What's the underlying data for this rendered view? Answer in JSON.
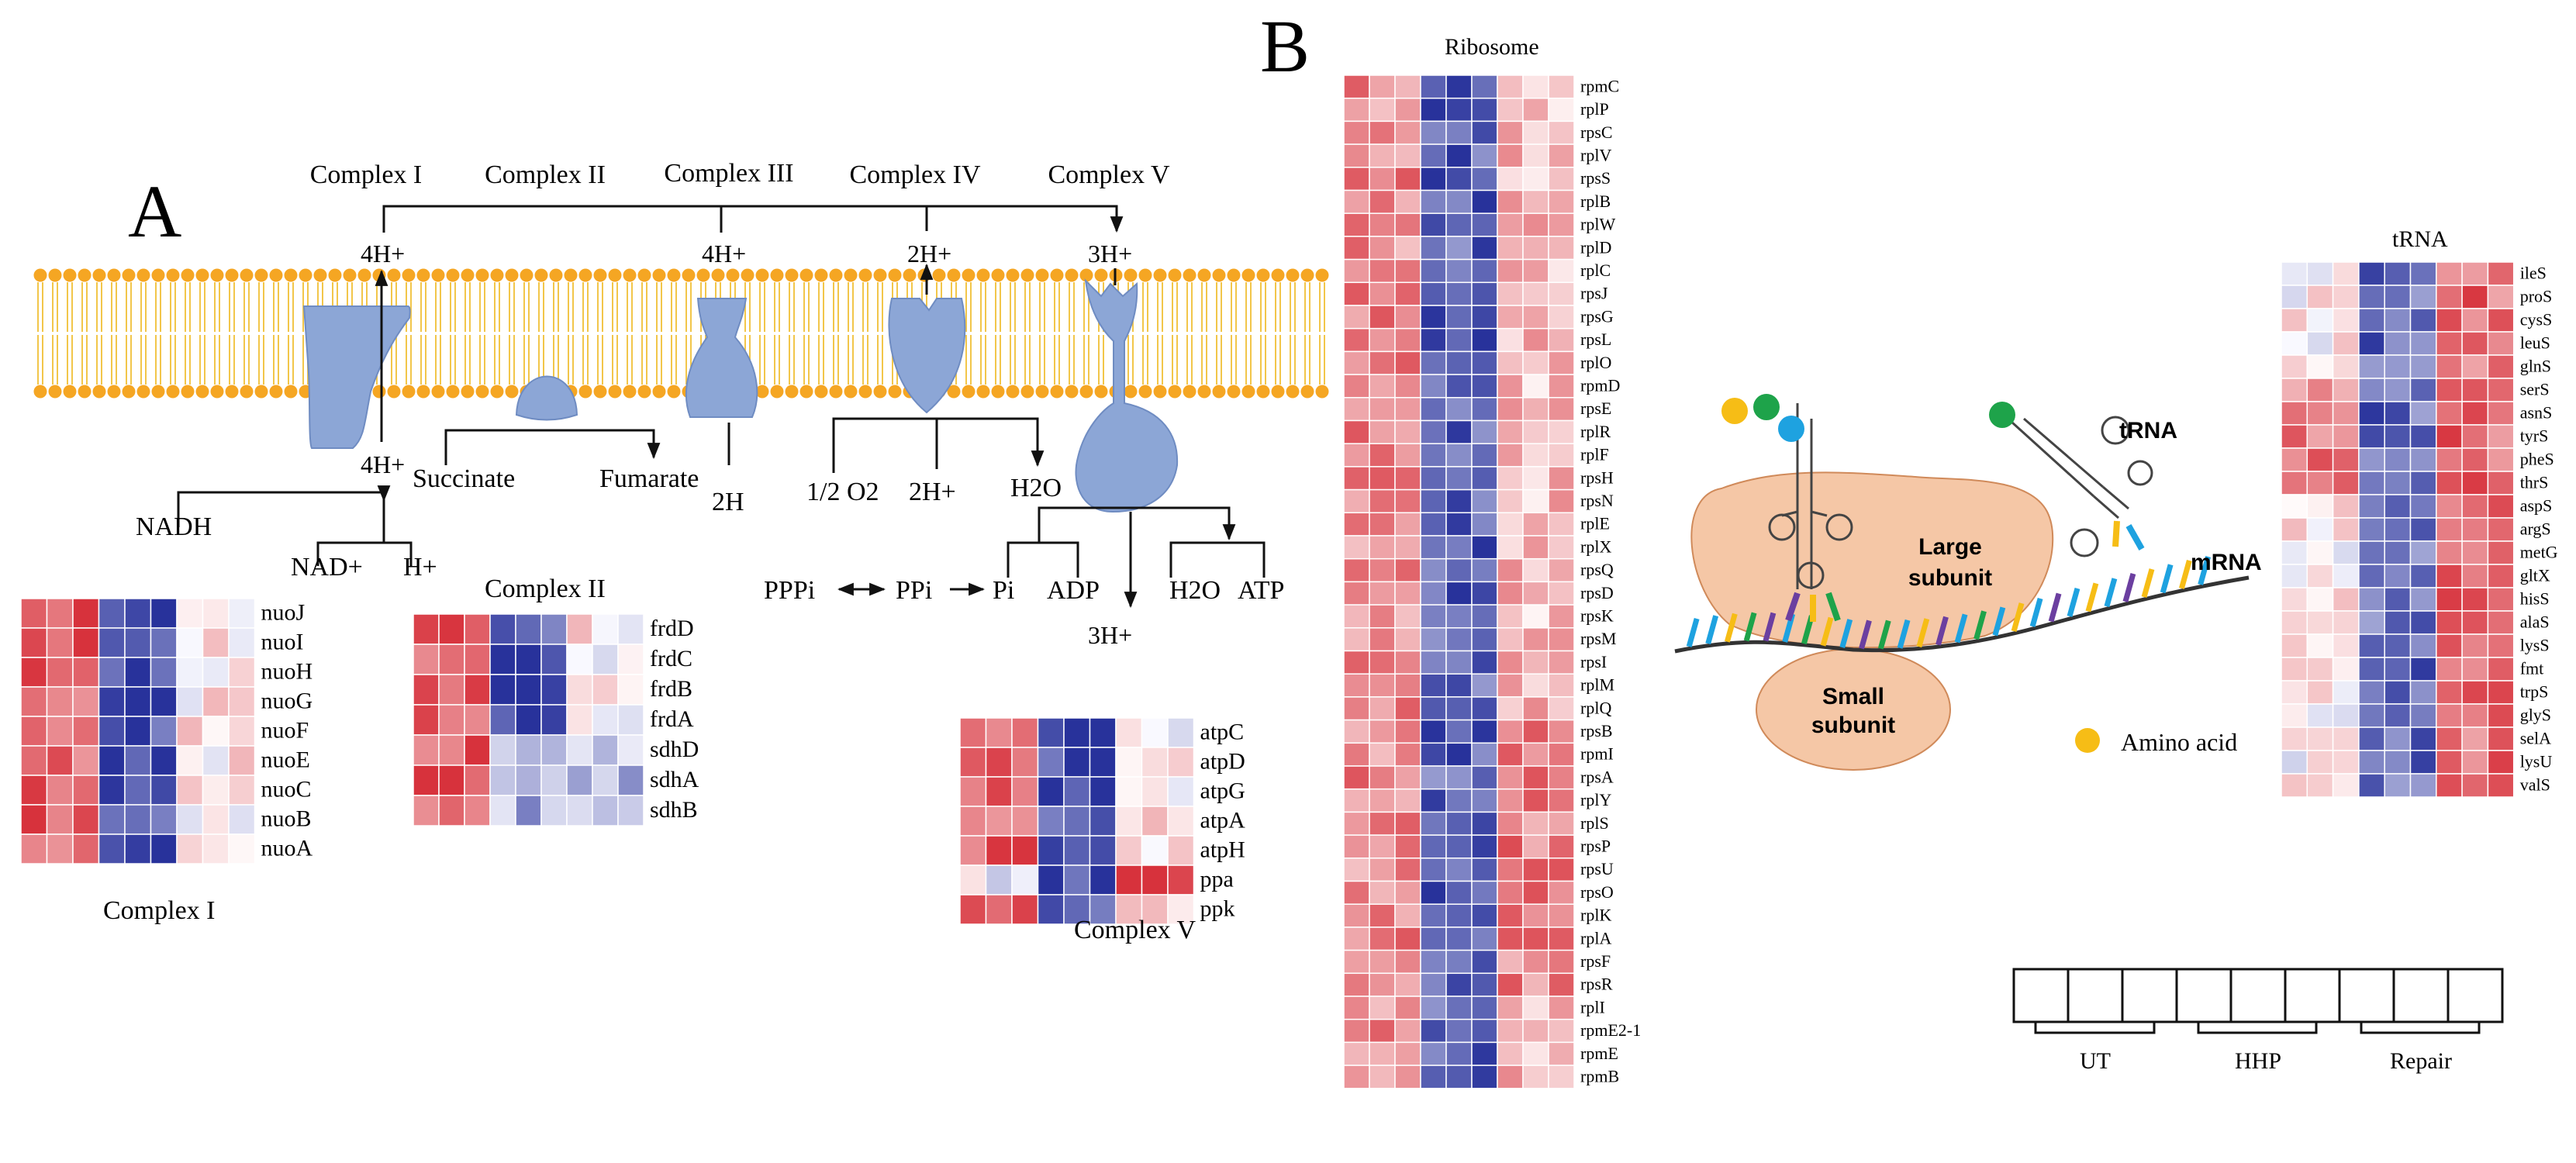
{
  "panel_a": {
    "letter": "A",
    "complexes": [
      "Complex I",
      "Complex II",
      "Complex III",
      "Complex IV",
      "Complex V"
    ],
    "protons": {
      "c1_top": "4H+",
      "c1_bottom": "4H+",
      "c3_top": "4H+",
      "c4_top": "2H+",
      "c5_top": "3H+",
      "c5_bottom": "3H+"
    },
    "metabolites": {
      "nadh": "NADH",
      "nad": "NAD+",
      "h": "H+",
      "succinate": "Succinate",
      "fumarate": "Fumarate",
      "two_h": "2H",
      "half_o2": "1/2 O2",
      "two_h_plus": "2H+",
      "h2o": "H2O",
      "pppi": "PPPi",
      "ppi": "PPi",
      "pi": "Pi",
      "adp": "ADP",
      "h2o_2": "H2O",
      "atp": "ATP"
    },
    "heatmap_titles": {
      "complex1": "Complex I",
      "complex2": "Complex II",
      "complex5": "Complex V"
    },
    "complex1_genes": [
      "nuoJ",
      "nuoI",
      "nuoH",
      "nuoG",
      "nuoF",
      "nuoE",
      "nuoC",
      "nuoB",
      "nuoA"
    ],
    "complex2_genes": [
      "frdD",
      "frdC",
      "frdB",
      "frdA",
      "sdhD",
      "sdhA",
      "sdhB"
    ],
    "complex5_genes": [
      "atpC",
      "atpD",
      "atpG",
      "atpA",
      "atpH",
      "ppa",
      "ppk"
    ]
  },
  "panel_b": {
    "letter": "B",
    "ribosome_title": "Ribosome",
    "ribosome_genes": [
      "rpmC",
      "rplP",
      "rpsC",
      "rplV",
      "rpsS",
      "rplB",
      "rplW",
      "rplD",
      "rplC",
      "rpsJ",
      "rpsG",
      "rpsL",
      "rplO",
      "rpmD",
      "rpsE",
      "rplR",
      "rplF",
      "rpsH",
      "rpsN",
      "rplE",
      "rplX",
      "rpsQ",
      "rpsD",
      "rpsK",
      "rpsM",
      "rpsI",
      "rplM",
      "rplQ",
      "rpsB",
      "rpmI",
      "rpsA",
      "rplY",
      "rplS",
      "rpsP",
      "rpsU",
      "rpsO",
      "rplK",
      "rplA",
      "rpsF",
      "rpsR",
      "rplI",
      "rpmE2-1",
      "rpmE",
      "rpmB"
    ],
    "trna_title": "tRNA",
    "trna_genes": [
      "ileS",
      "proS",
      "cysS",
      "leuS",
      "glnS",
      "serS",
      "asnS",
      "tyrS",
      "pheS",
      "thrS",
      "aspS",
      "argS",
      "metG",
      "gltX",
      "hisS",
      "alaS",
      "lysS",
      "fmt",
      "trpS",
      "glyS",
      "selA",
      "lysU",
      "valS"
    ],
    "cartoon": {
      "trna": "tRNA",
      "large_subunit_1": "Large",
      "large_subunit_2": "subunit",
      "small_subunit_1": "Small",
      "small_subunit_2": "subunit",
      "mrna": "mRNA",
      "amino_acid": "Amino acid"
    },
    "legend_groups": [
      "UT",
      "HHP",
      "Repair"
    ]
  },
  "colors": {
    "membrane_orange": "#f5a623",
    "protein_blue": "#8ca6d6",
    "ribosome_peach": "#f5c7a6",
    "heat_red": "#d7373c",
    "heat_blue": "#28309e",
    "amino_acid_yellow": "#f6bd16"
  }
}
